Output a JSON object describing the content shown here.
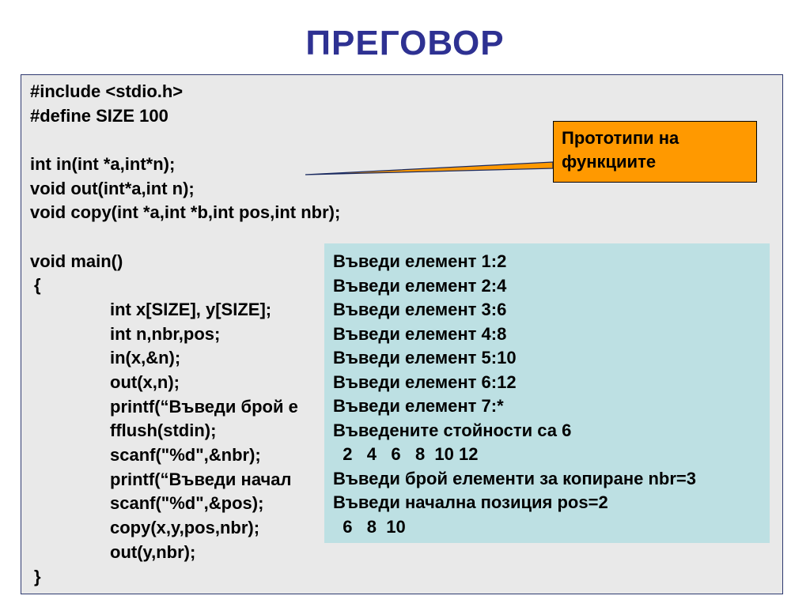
{
  "slide": {
    "title": "ПРЕГОВОР"
  },
  "code": {
    "lines": [
      {
        "text": "#include <stdio.h>",
        "indent": 0
      },
      {
        "text": "#define SIZE 100",
        "indent": 0
      },
      {
        "text": "int in(int *a,int*n);",
        "indent": 0
      },
      {
        "text": "void out(int*a,int n);",
        "indent": 0
      },
      {
        "text": "void copy(int *a,int *b,int pos,int nbr);",
        "indent": 0
      },
      {
        "text": "void main()",
        "indent": 0
      },
      {
        "text": "{",
        "indent": 1
      },
      {
        "text": "int x[SIZE], y[SIZE];",
        "indent": 2
      },
      {
        "text": "int n,nbr,pos;",
        "indent": 2
      },
      {
        "text": "in(x,&n);",
        "indent": 2
      },
      {
        "text": "out(x,n);",
        "indent": 2
      },
      {
        "text": "printf(“Въведи брой е",
        "indent": 2
      },
      {
        "text": "fflush(stdin);",
        "indent": 2
      },
      {
        "text": "scanf(\"%d\",&nbr);",
        "indent": 2
      },
      {
        "text": "printf(“Въведи начал",
        "indent": 2
      },
      {
        "text": "scanf(\"%d\",&pos);",
        "indent": 2
      },
      {
        "text": "copy(x,y,pos,nbr);",
        "indent": 2
      },
      {
        "text": "out(y,nbr);",
        "indent": 2
      },
      {
        "text": "}",
        "indent": 1
      }
    ]
  },
  "callout": {
    "text": "Прототипи на\nфункциите"
  },
  "console": {
    "lines": [
      "Въведи елемент 1:2",
      "Въведи елемент 2:4",
      "Въведи елемент 3:6",
      "Въведи елемент 4:8",
      "Въведи елемент 5:10",
      "Въведи елемент 6:12",
      "Въведи елемент 7:*",
      "Въведените стойности са 6",
      "  2   4   6   8  10 12",
      "Въведи брой елементи за копиране nbr=3",
      "Въведи начална позиция pos=2",
      "  6   8  10"
    ]
  },
  "colors": {
    "title": "#2e3192",
    "code_background": "#e9e9e9",
    "callout_background": "#ff9900",
    "console_background": "#bde0e3"
  }
}
